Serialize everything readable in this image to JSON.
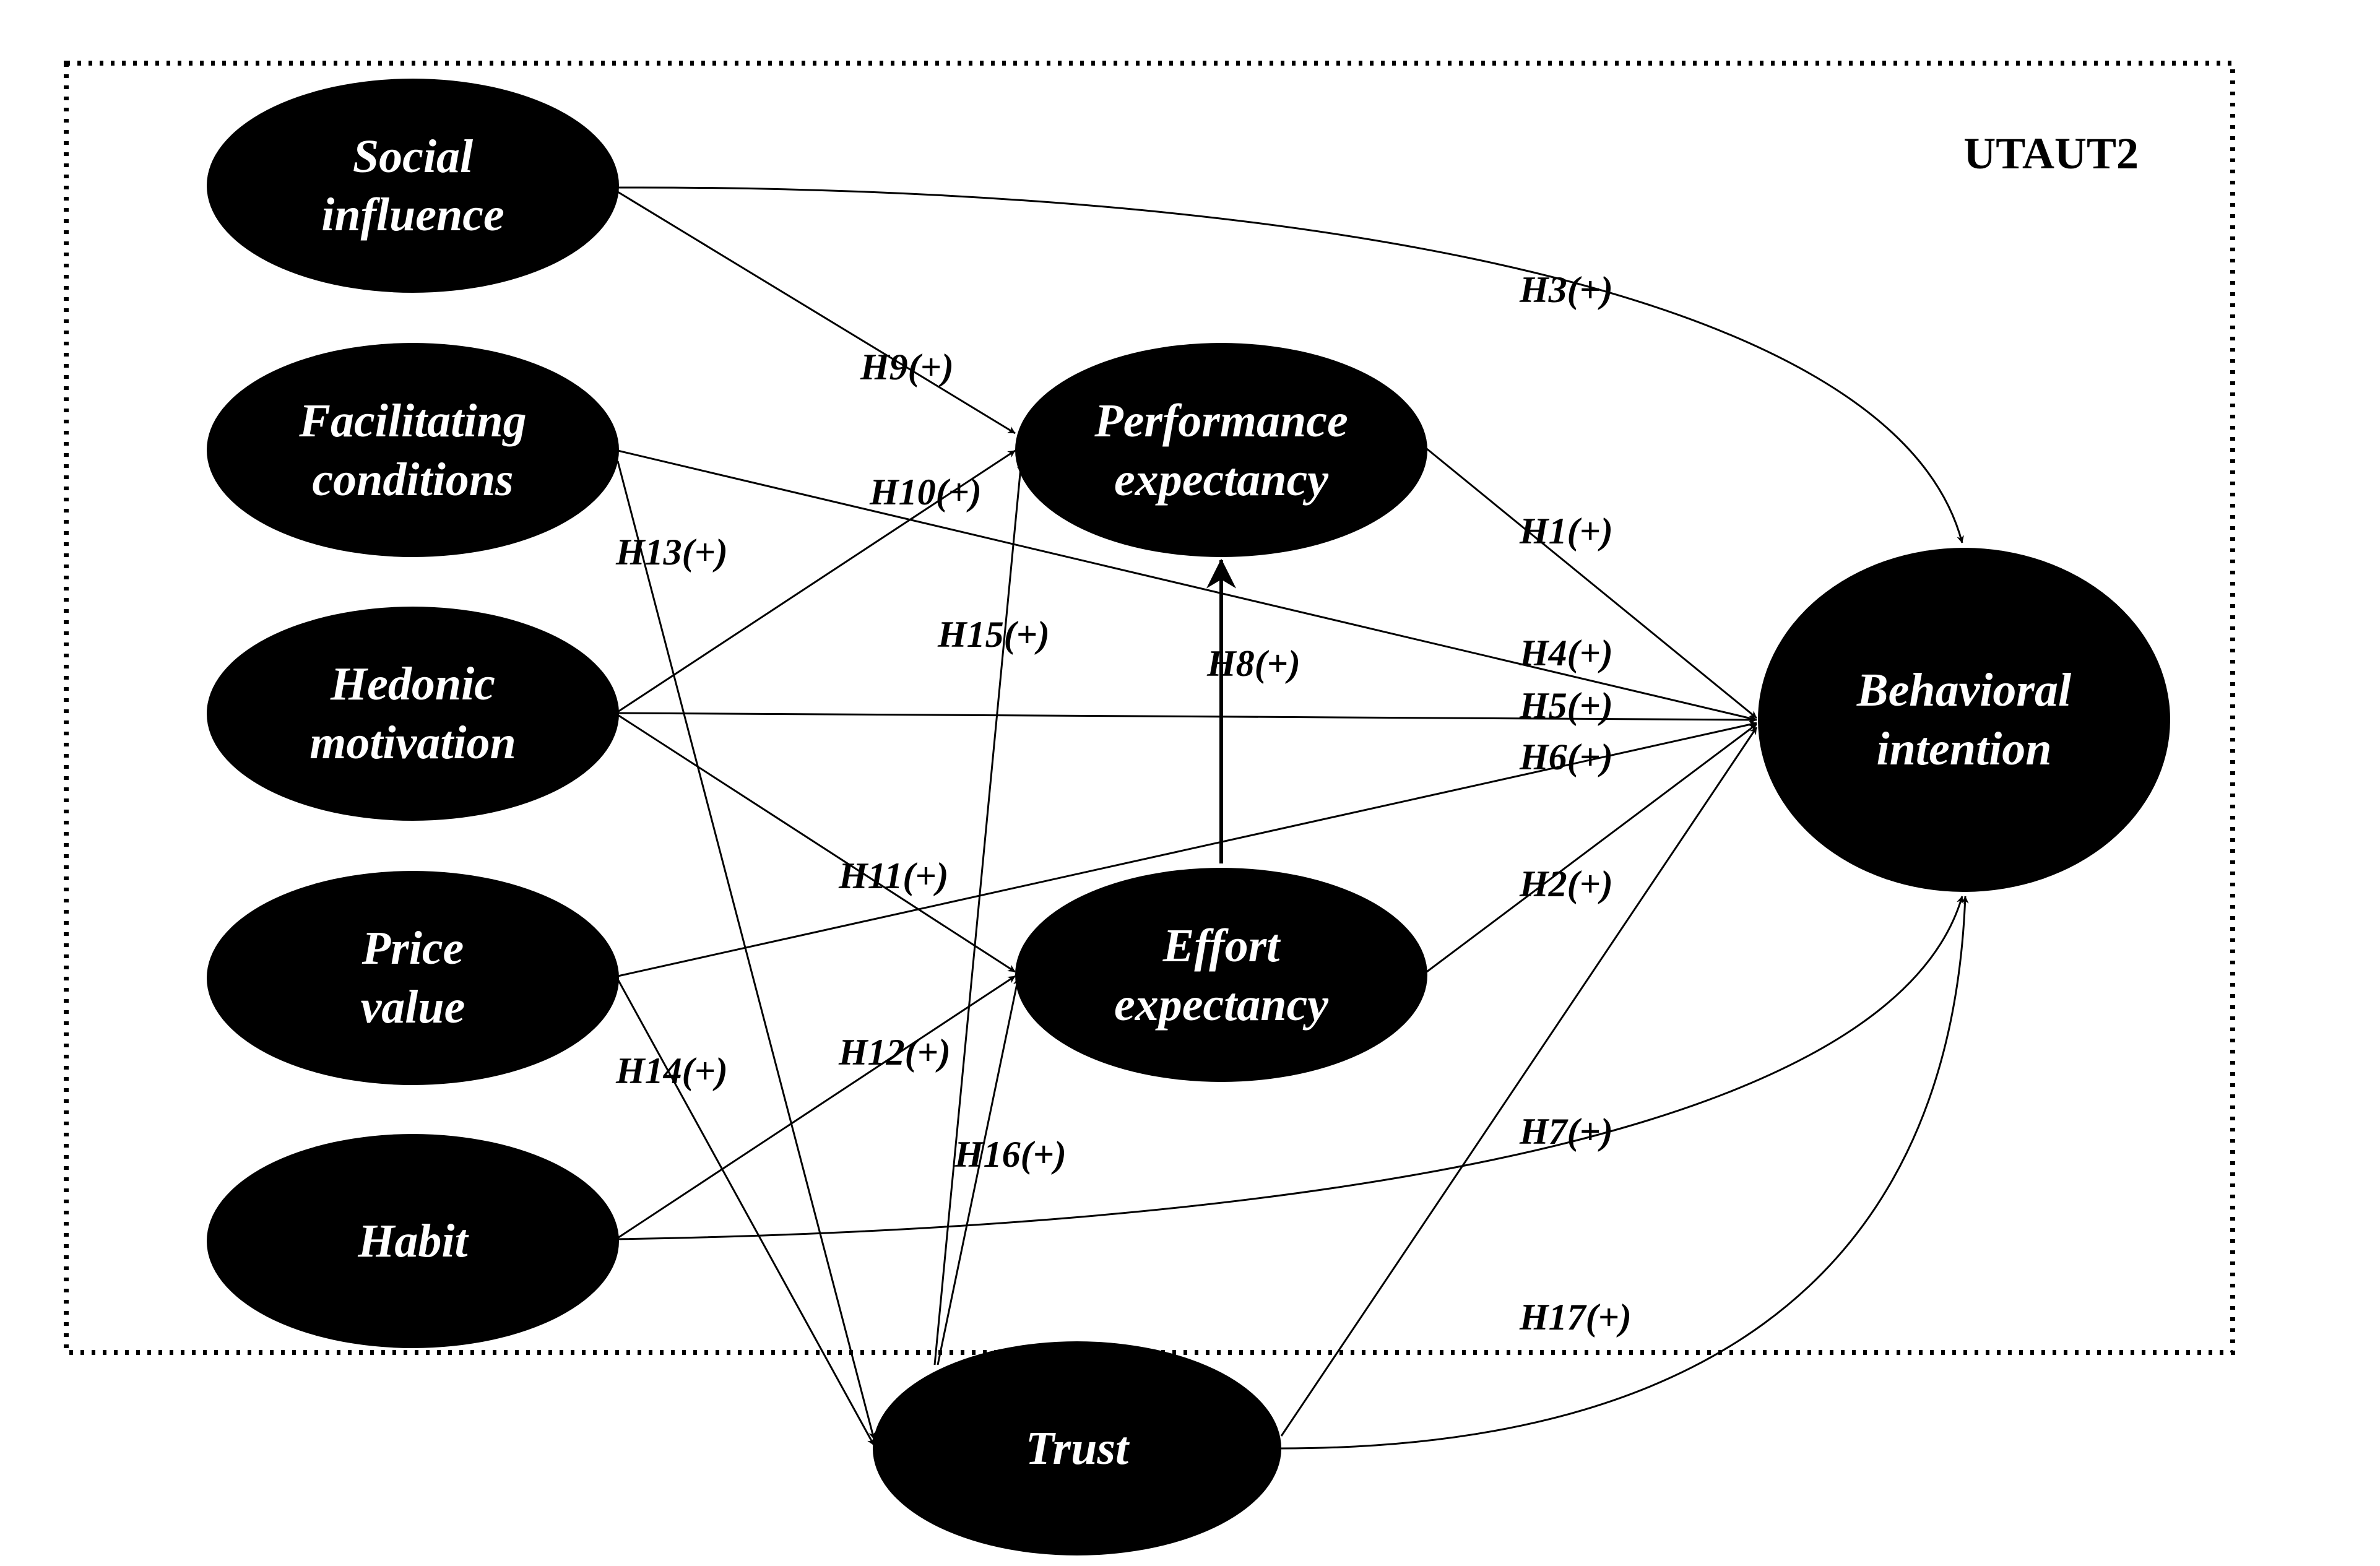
{
  "frame": {
    "title": "UTAUT2"
  },
  "nodes": {
    "social_influence": [
      "Social",
      "influence"
    ],
    "facilitating_conditions": [
      "Facilitating",
      "conditions"
    ],
    "hedonic_motivation": [
      "Hedonic",
      "motivation"
    ],
    "price_value": [
      "Price",
      "value"
    ],
    "habit": [
      "Habit"
    ],
    "performance_expectancy": [
      "Performance",
      "expectancy"
    ],
    "effort_expectancy": [
      "Effort",
      "expectancy"
    ],
    "behavioral_intention": [
      "Behavioral",
      "intention"
    ],
    "trust": [
      "Trust"
    ]
  },
  "hypotheses": [
    {
      "id": "h1",
      "label": "H1(+)",
      "from": "Performance expectancy",
      "to": "Behavioral intention"
    },
    {
      "id": "h2",
      "label": "H2(+)",
      "from": "Effort expectancy",
      "to": "Behavioral intention"
    },
    {
      "id": "h3",
      "label": "H3(+)",
      "from": "Social influence",
      "to": "Behavioral intention"
    },
    {
      "id": "h4",
      "label": "H4(+)",
      "from": "Facilitating conditions",
      "to": "Behavioral intention"
    },
    {
      "id": "h5",
      "label": "H5(+)",
      "from": "Hedonic motivation",
      "to": "Behavioral intention"
    },
    {
      "id": "h6",
      "label": "H6(+)",
      "from": "Price value",
      "to": "Behavioral intention"
    },
    {
      "id": "h7",
      "label": "H7(+)",
      "from": "Habit",
      "to": "Behavioral intention"
    },
    {
      "id": "h8",
      "label": "H8(+)",
      "from": "Effort expectancy",
      "to": "Performance expectancy"
    },
    {
      "id": "h9",
      "label": "H9(+)",
      "from": "Social influence",
      "to": "Performance expectancy"
    },
    {
      "id": "h10",
      "label": "H10(+)",
      "from": "Hedonic motivation",
      "to": "Performance expectancy"
    },
    {
      "id": "h11",
      "label": "H11(+)",
      "from": "Hedonic motivation",
      "to": "Effort expectancy"
    },
    {
      "id": "h12",
      "label": "H12(+)",
      "from": "Habit",
      "to": "Effort expectancy"
    },
    {
      "id": "h13",
      "label": "H13(+)",
      "from": "Facilitating conditions",
      "to": "Trust"
    },
    {
      "id": "h14",
      "label": "H14(+)",
      "from": "Price value",
      "to": "Trust"
    },
    {
      "id": "h15",
      "label": "H15(+)",
      "from": "Trust",
      "to": "Performance expectancy"
    },
    {
      "id": "h16",
      "label": "H16(+)",
      "from": "Trust",
      "to": "Effort expectancy"
    },
    {
      "id": "h17",
      "label": "H17(+)",
      "from": "Trust",
      "to": "Behavioral intention"
    }
  ]
}
